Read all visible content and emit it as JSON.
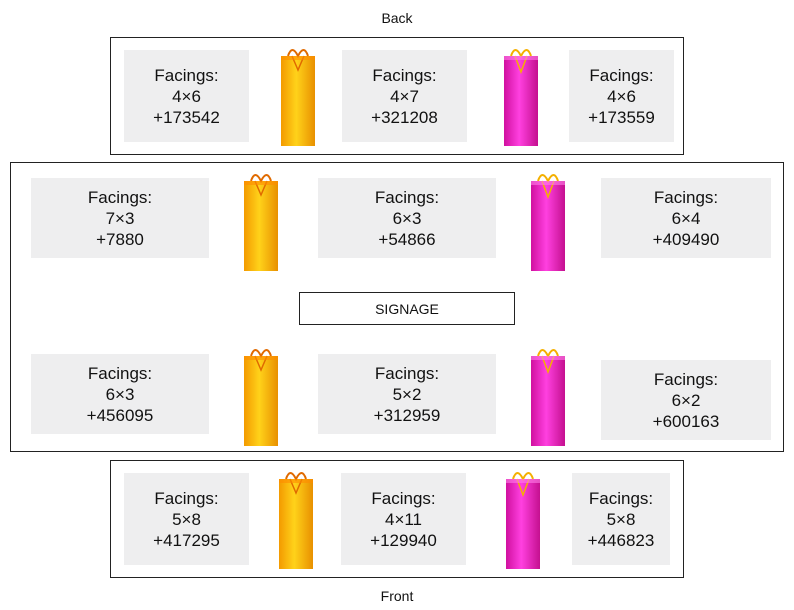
{
  "labels": {
    "back": "Back",
    "front": "Front",
    "signage": "SIGNAGE"
  },
  "colors": {
    "bag_yellow": "#f6b300",
    "bag_pink": "#ee22cc",
    "box_bg": "#eeeeef"
  },
  "icons": {
    "bag_yellow": "gift-bag-yellow-icon",
    "bag_pink": "gift-bag-pink-icon"
  },
  "back_shelf": [
    {
      "title": "Facings:",
      "dims": "4×6",
      "code": "+173542"
    },
    {
      "title": "Facings:",
      "dims": "4×7",
      "code": "+321208"
    },
    {
      "title": "Facings:",
      "dims": "4×6",
      "code": "+173559"
    }
  ],
  "middle_upper": [
    {
      "title": "Facings:",
      "dims": "7×3",
      "code": "+7880"
    },
    {
      "title": "Facings:",
      "dims": "6×3",
      "code": "+54866"
    },
    {
      "title": "Facings:",
      "dims": "6×4",
      "code": "+409490"
    }
  ],
  "middle_lower": [
    {
      "title": "Facings:",
      "dims": "6×3",
      "code": "+456095"
    },
    {
      "title": "Facings:",
      "dims": "5×2",
      "code": "+312959"
    },
    {
      "title": "Facings:",
      "dims": "6×2",
      "code": "+600163"
    }
  ],
  "front_shelf": [
    {
      "title": "Facings:",
      "dims": "5×8",
      "code": "+417295"
    },
    {
      "title": "Facings:",
      "dims": "4×11",
      "code": "+129940"
    },
    {
      "title": "Facings:",
      "dims": "5×8",
      "code": "+446823"
    }
  ]
}
